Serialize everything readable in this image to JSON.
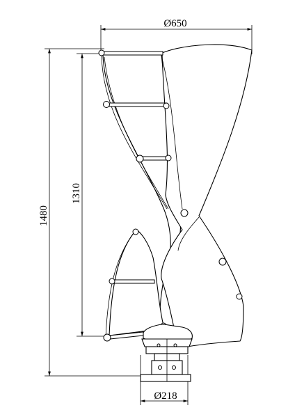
{
  "dimensions": {
    "top_diameter": "Ø650",
    "base_diameter": "Ø218",
    "total_height": "1480",
    "blade_height": "1310"
  },
  "colors": {
    "line": "#000000",
    "background": "#ffffff"
  }
}
